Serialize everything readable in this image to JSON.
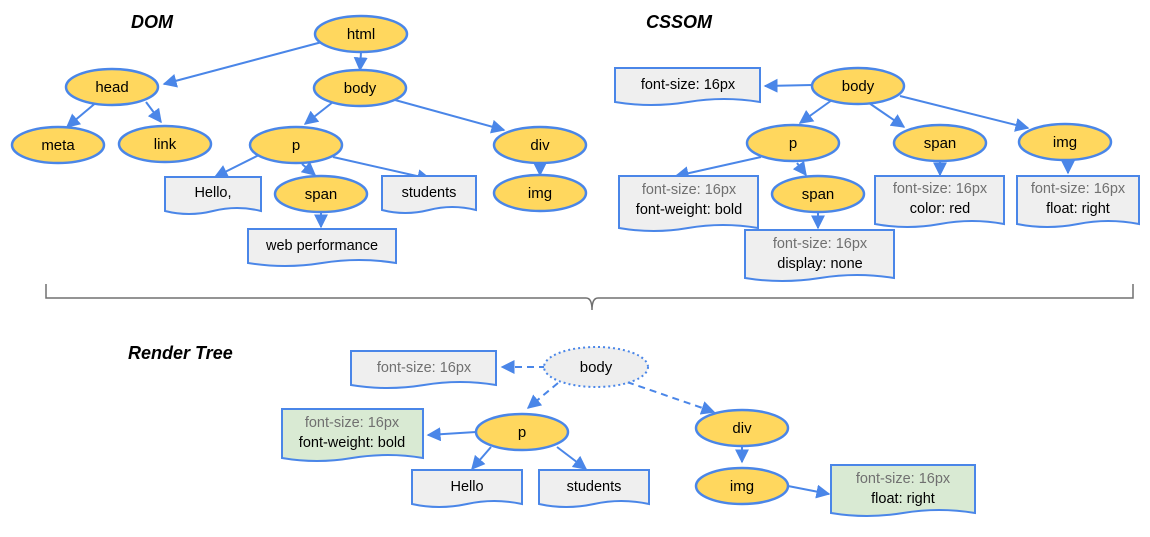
{
  "titles": {
    "dom": "DOM",
    "cssom": "CSSOM",
    "render": "Render Tree"
  },
  "dom": {
    "html": "html",
    "head": "head",
    "body": "body",
    "meta": "meta",
    "link": "link",
    "p": "p",
    "div": "div",
    "span": "span",
    "img": "img",
    "text_hello": "Hello,",
    "text_students": "students",
    "text_web": "web performance"
  },
  "cssom": {
    "body": "body",
    "p": "p",
    "span_inner": "span",
    "span": "span",
    "img": "img",
    "body_style": "font-size: 16px",
    "p_style1": "font-size: 16px",
    "p_style2": "font-weight: bold",
    "span_inner_style1": "font-size: 16px",
    "span_inner_style2": "display: none",
    "span_style1": "font-size: 16px",
    "span_style2": "color: red",
    "img_style1": "font-size: 16px",
    "img_style2": "float: right"
  },
  "render": {
    "body": "body",
    "p": "p",
    "div": "div",
    "img": "img",
    "body_style": "font-size: 16px",
    "p_style1": "font-size: 16px",
    "p_style2": "font-weight: bold",
    "text_hello": "Hello",
    "text_students": "students",
    "img_style1": "font-size: 16px",
    "img_style2": "float: right"
  },
  "colors": {
    "node_fill": "#FFD75E",
    "edge": "#4A86E8",
    "doc_fill": "#EFEFEF",
    "doc_green": "#D9EAD3"
  }
}
